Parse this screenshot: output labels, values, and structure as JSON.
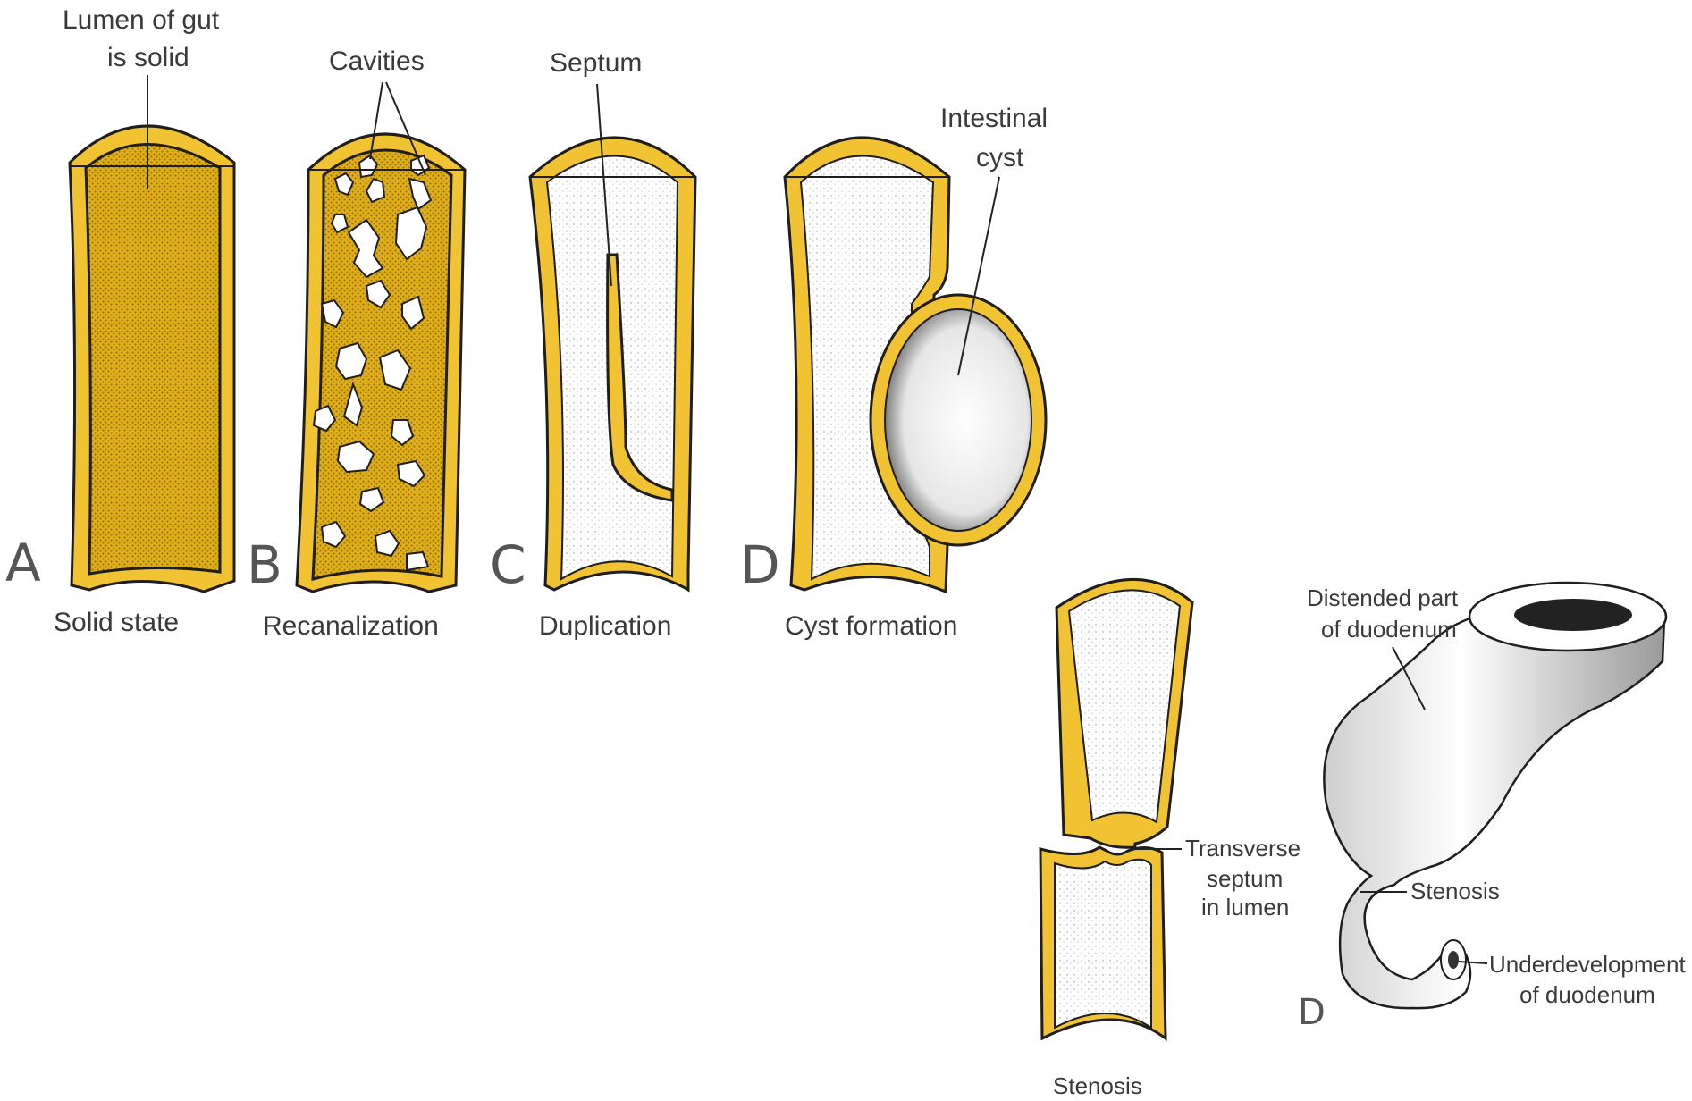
{
  "labels": {
    "lumen_solid_line1": "Lumen of gut",
    "lumen_solid_line2": "is solid",
    "cavities": "Cavities",
    "septum": "Septum",
    "intestinal_cyst_line1": "Intestinal",
    "intestinal_cyst_line2": "cyst",
    "transverse_line1": "Transverse",
    "transverse_line2": "septum",
    "transverse_line3": "in lumen",
    "distended_line1": "Distended part",
    "distended_line2": "of duodenum",
    "stenosis_pointer": "Stenosis",
    "underdev_line1": "Underdevelopment",
    "underdev_line2": "of duodenum"
  },
  "panels": {
    "a_letter": "A",
    "a_caption": "Solid state",
    "b_letter": "B",
    "b_caption": "Recanalization",
    "c_letter": "C",
    "c_caption": "Duplication",
    "d_letter": "D",
    "d_caption": "Cyst formation",
    "stenosis_caption": "Stenosis",
    "d2_letter": "D"
  },
  "colors": {
    "wall": "#f1c232",
    "outline": "#1e1e1e",
    "text": "#3a3a3a"
  }
}
